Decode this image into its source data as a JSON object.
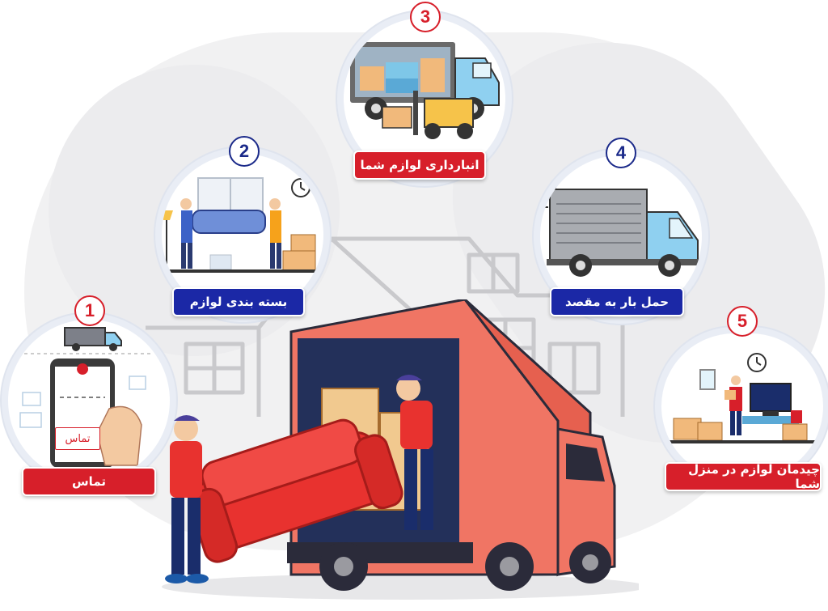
{
  "steps": [
    {
      "number": "1",
      "label": "تماس",
      "phone_button": "تماس"
    },
    {
      "number": "2",
      "label": "بسته بندی لوازم"
    },
    {
      "number": "3",
      "label": "انبارداری لوازم شما"
    },
    {
      "number": "4",
      "label": "حمل بار به مقصد"
    },
    {
      "number": "5",
      "label": "چیدمان لوازم در منزل شما"
    }
  ],
  "colors": {
    "red": "#d71f2a",
    "blue": "#1b28a6",
    "truck_body": "#f07564",
    "truck_cab_blue": "#8fd0f0",
    "sofa": "#e8322f"
  }
}
